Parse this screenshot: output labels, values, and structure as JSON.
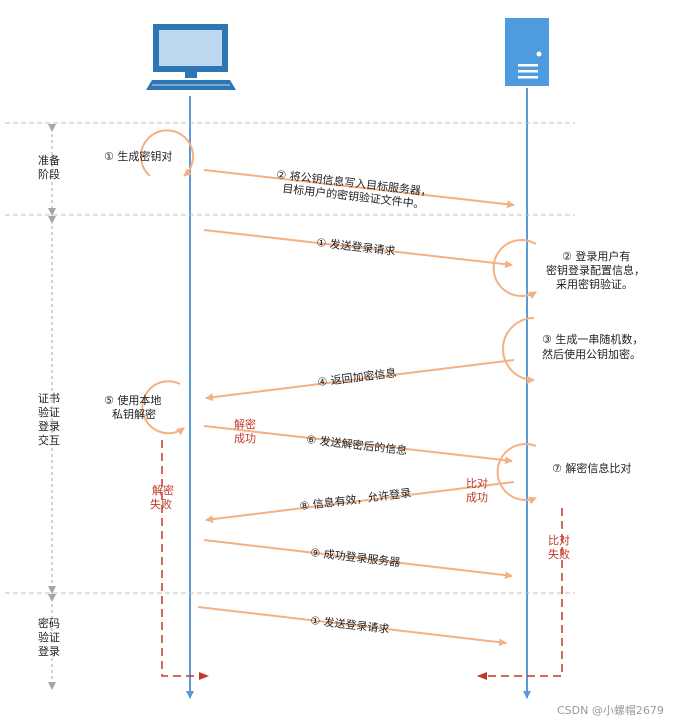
{
  "phases": {
    "prepare": [
      "准备",
      "阶段"
    ],
    "cert_login": [
      "证书",
      "验证",
      "登录",
      "交互"
    ],
    "password_login": [
      "密码",
      "验证",
      "登录"
    ]
  },
  "steps": {
    "gen_keypair": "① 生成密钥对",
    "write_pubkey": [
      "② 将公钥信息写入目标服务器，",
      "目标用户的密钥验证文件中。"
    ],
    "send_login": "① 发送登录请求",
    "server_config": [
      "② 登录用户有",
      "密钥登录配置信息，",
      "采用密钥验证。"
    ],
    "gen_random": [
      "③ 生成一串随机数，",
      "然后使用公钥加密。"
    ],
    "return_encrypted": "④ 返回加密信息",
    "decrypt_local": [
      "⑤ 使用本地",
      "私钥解密"
    ],
    "send_decrypted": "⑥ 发送解密后的信息",
    "compare": "⑦ 解密信息比对",
    "allow_login": "⑧ 信息有效，允许登录",
    "login_success": "⑨ 成功登录服务器",
    "pw_send_login": "① 发送登录请求"
  },
  "status": {
    "decrypt_success": [
      "解密",
      "成功"
    ],
    "decrypt_fail": [
      "解密",
      "失败"
    ],
    "compare_success": [
      "比对",
      "成功"
    ],
    "compare_fail": [
      "比对",
      "失败"
    ]
  },
  "watermark": "CSDN @小螺帽2679",
  "colors": {
    "lifeline": "#5b9bd5",
    "arrow": "#f4b183",
    "fail_dashed": "#c0392b",
    "divider": "#bfbfbf",
    "phase_marker": "#a6a6a6"
  },
  "icons": [
    "computer-icon",
    "server-icon"
  ]
}
